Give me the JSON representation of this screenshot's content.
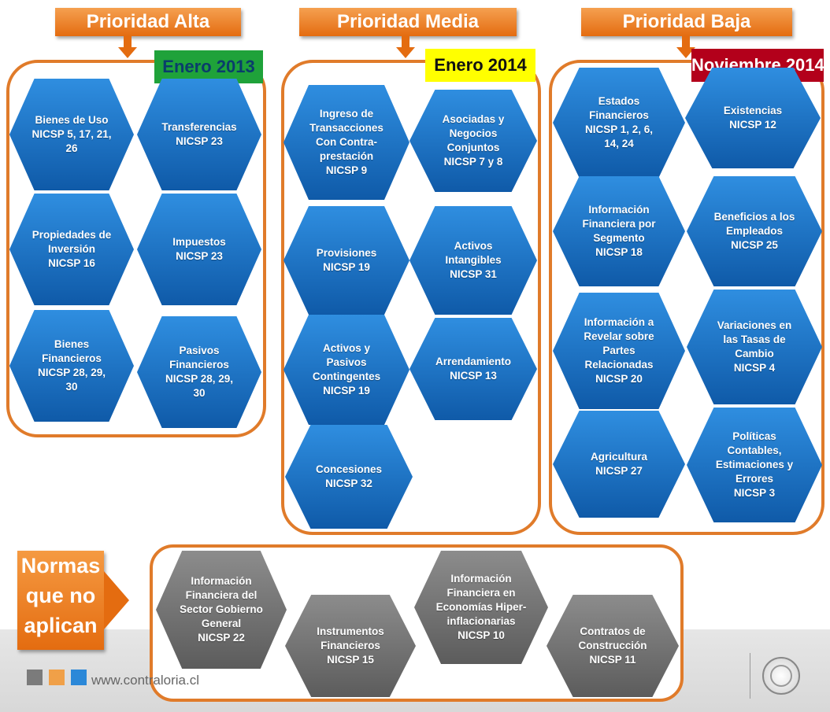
{
  "colors": {
    "orange": "#e46c10",
    "blue": "#1a73c8",
    "gray": "#7a7a7a",
    "green": "#1fa23a",
    "yellow": "#ffff00",
    "red": "#b3001b"
  },
  "priorities": {
    "alta": {
      "title": "Prioridad Alta",
      "date": "Enero 2013"
    },
    "media": {
      "title": "Prioridad Media",
      "date": "Enero 2014"
    },
    "baja": {
      "title": "Prioridad Baja",
      "date": "Noviembre 2014"
    }
  },
  "alta_items": [
    "Bienes de Uso\nNICSP 5, 17, 21,\n26",
    "Transferencias\nNICSP 23",
    "Propiedades de\nInversión\nNICSP 16",
    "Impuestos\nNICSP 23",
    "Bienes\nFinancieros\nNICSP 28, 29,\n30",
    "Pasivos\nFinancieros\nNICSP 28, 29,\n30"
  ],
  "media_items": [
    "Ingreso de\nTransacciones\nCon Contra-\nprestación\nNICSP 9",
    "Asociadas y\nNegocios\nConjuntos\nNICSP 7 y 8",
    "Provisiones\nNICSP 19",
    "Activos\nIntangibles\nNICSP 31",
    "Activos y\nPasivos\nContingentes\nNICSP 19",
    "Arrendamiento\nNICSP 13",
    "Concesiones\nNICSP 32"
  ],
  "baja_items": [
    "Estados\nFinancieros\nNICSP 1, 2, 6,\n14, 24",
    "Existencias\nNICSP 12",
    "Información\nFinanciera por\nSegmento\nNICSP 18",
    "Beneficios a los\nEmpleados\nNICSP 25",
    "Información a\nRevelar sobre\nPartes\nRelacionadas\nNICSP 20",
    "Variaciones en\nlas Tasas de\nCambio\nNICSP 4",
    "Agricultura\nNICSP 27",
    "Políticas\nContables,\nEstimaciones y\nErrores\nNICSP 3"
  ],
  "normas": {
    "label": "Normas\nque no\naplican",
    "items": [
      "Información\nFinanciera del\nSector Gobierno\nGeneral\nNICSP 22",
      "Instrumentos\nFinancieros\nNICSP 15",
      "Información\nFinanciera en\nEconomías Hiper-\ninflacionarias\nNICSP 10",
      "Contratos de\nConstrucción\nNICSP 11"
    ]
  },
  "footer": {
    "site": "www.contraloria.cl"
  }
}
